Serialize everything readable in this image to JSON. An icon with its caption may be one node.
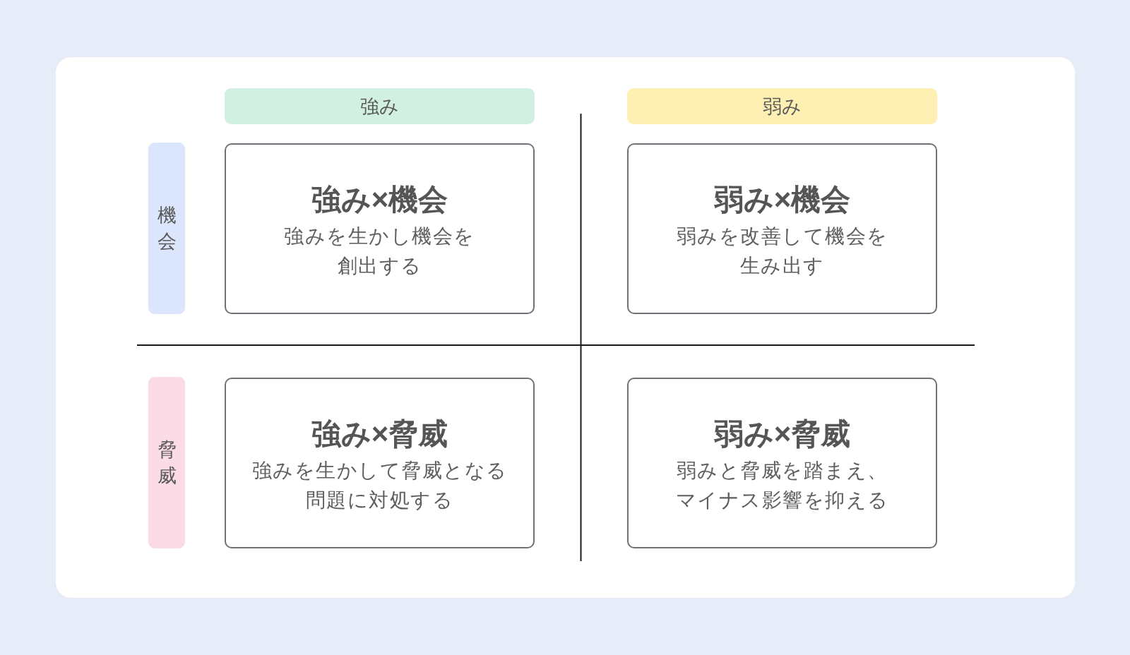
{
  "diagram": {
    "nodes": [
      {
        "text": [
          "強み"
        ]
      },
      {
        "text": [
          "弱み"
        ]
      },
      {
        "text": [
          "機会"
        ]
      },
      {
        "text": [
          "強み×機会",
          "強みを生かし機会を創出する"
        ]
      },
      {
        "text": [
          "弱み×機会",
          "弱みを改善して機会を生み出す"
        ]
      },
      {
        "text": [
          "脅威"
        ]
      },
      {
        "text": [
          "強み×脅威",
          "強みを生かして脅威となる問題に対処する"
        ]
      },
      {
        "text": [
          "弱み×脅威",
          "弱みと脅威を踏まえ、マイナス影響を抑える"
        ]
      }
    ]
  }
}
